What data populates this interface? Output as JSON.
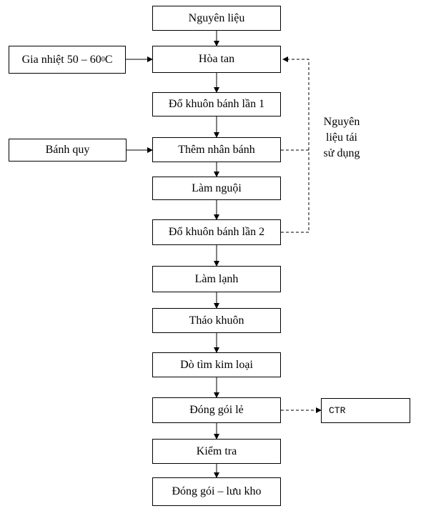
{
  "steps": [
    "Nguyên liệu",
    "Hòa tan",
    "Đổ khuôn bánh lần 1",
    "Thêm nhân bánh",
    "Làm nguội",
    "Đổ khuôn bánh lần 2",
    "Làm lạnh",
    "Tháo khuôn",
    "Dò tìm kim loại",
    "Đóng gói lẻ",
    "Kiểm tra",
    "Đóng gói – lưu kho"
  ],
  "inputs": {
    "heating": {
      "text": "Gia nhiệt 50 – 60",
      "sup": "0",
      "unit": "C"
    },
    "biscuit": "Bánh quy"
  },
  "recycle_note": [
    "Nguyên",
    "liệu tái",
    "sử dụng"
  ],
  "waste": "CTR"
}
